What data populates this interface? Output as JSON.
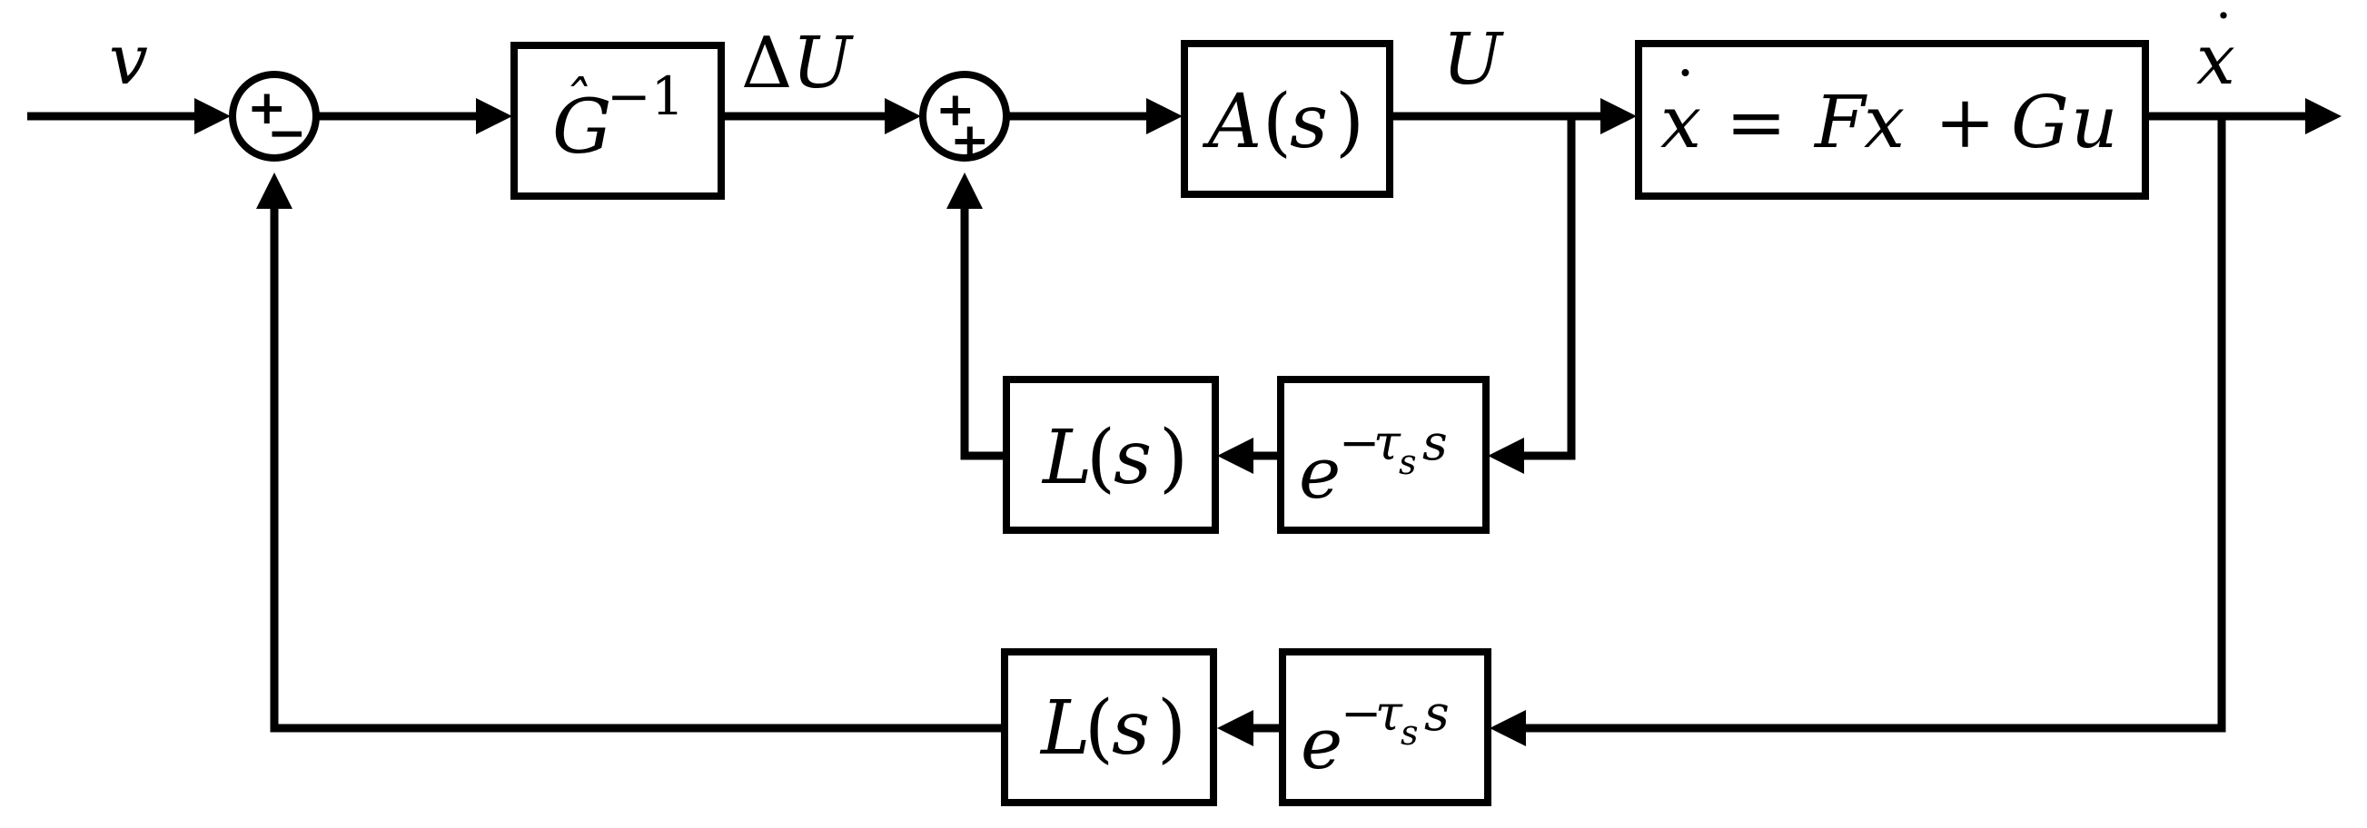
{
  "signals": {
    "v": "v",
    "delta": "Δ",
    "delta_u": "U",
    "u": "U",
    "xdot": "x",
    "xdot_accent": "˙"
  },
  "sum_top": {
    "plus": "+",
    "minus": "−"
  },
  "sum_mid": {
    "plus_left": "+",
    "plus_bottom": "+"
  },
  "blocks": {
    "ginv": {
      "hat": "ˆ",
      "base": "G",
      "exp": "−1"
    },
    "a": {
      "name": "A",
      "lp": "(",
      "arg": "s",
      "rp": ")"
    },
    "plant": {
      "xdot": "x",
      "dot": "˙",
      "eq": "=",
      "f": "F",
      "x": "x",
      "plus": "+",
      "g": "G",
      "u": "u"
    },
    "delay_inner": {
      "base": "e",
      "exp_minus": "−",
      "tau": "τ",
      "sub": "s",
      "s": "s"
    },
    "l_inner": {
      "name": "L",
      "lp": "(",
      "arg": "s",
      "rp": ")"
    },
    "delay_outer": {
      "base": "e",
      "exp_minus": "−",
      "tau": "τ",
      "sub": "s",
      "s": "s"
    },
    "l_outer": {
      "name": "L",
      "lp": "(",
      "arg": "s",
      "rp": ")"
    }
  },
  "colors": {
    "line": "#000000",
    "background": "#ffffff"
  }
}
